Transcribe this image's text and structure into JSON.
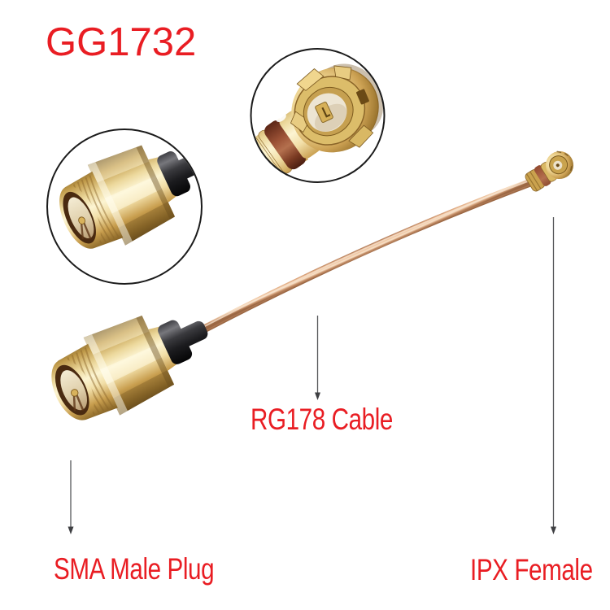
{
  "image_type": "product-photo-with-callouts",
  "title": {
    "sku": "GG1732"
  },
  "callouts": {
    "cable": {
      "label": "RG178 Cable"
    },
    "left_connector": {
      "label": "SMA Male Plug"
    },
    "right_connector": {
      "label": "IPX Female"
    }
  },
  "insets": {
    "top": {
      "shows": "ipx-female-connector-closeup"
    },
    "left": {
      "shows": "sma-male-plug-closeup"
    }
  },
  "colors": {
    "background": "#ffffff",
    "label_red": "#e91d23",
    "annotation_line": "#56575a",
    "inset_ring": "#1b1b1b",
    "connector_gold": "#e8cf8e",
    "cable_copper": "#eec3a4",
    "strain_relief_black": "#1c1c1f",
    "boot_brown": "#9c5236",
    "dielectric_cream": "#ece4d2"
  }
}
